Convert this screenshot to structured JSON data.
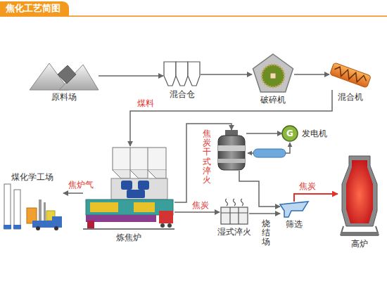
{
  "diagram": {
    "title": "焦化工艺简图",
    "nodes": [
      {
        "text": [
          "原料场"
        ]
      },
      {
        "text": [
          "混合仓"
        ]
      },
      {
        "text": [
          "破碎机"
        ]
      },
      {
        "text": [
          "混合机"
        ]
      },
      {
        "text": [
          "炼焦炉"
        ]
      },
      {
        "text": [
          "煤化学工场"
        ]
      },
      {
        "text": [
          "焦炭干式淬火"
        ]
      },
      {
        "text": [
          "G",
          "发电机"
        ]
      },
      {
        "text": [
          "湿式淬火"
        ]
      },
      {
        "text": [
          "筛选"
        ]
      },
      {
        "text": [
          "高炉"
        ]
      }
    ],
    "edges": [
      {
        "from": 0,
        "to": 1,
        "arrow": "to"
      },
      {
        "from": 1,
        "to": 2,
        "arrow": "to"
      },
      {
        "from": 2,
        "to": 3,
        "arrow": "to"
      },
      {
        "from": 3,
        "to": 4,
        "label": "煤料",
        "arrow": "to"
      },
      {
        "from": 4,
        "to": 5,
        "label": "焦炉气",
        "arrow": "to"
      },
      {
        "from": 4,
        "to": 6,
        "arrow": "to"
      },
      {
        "from": 4,
        "to": 8,
        "label": "焦炭",
        "arrow": "to"
      },
      {
        "from": 6,
        "to": 7,
        "arrow": "to"
      },
      {
        "from": 6,
        "to": 9,
        "arrow": "to"
      },
      {
        "from": 8,
        "to": 9,
        "arrow": "to"
      },
      {
        "from": 9,
        "to": 10,
        "label": "焦炭",
        "arrow": "to"
      }
    ],
    "labels": [
      "烧结场"
    ]
  }
}
